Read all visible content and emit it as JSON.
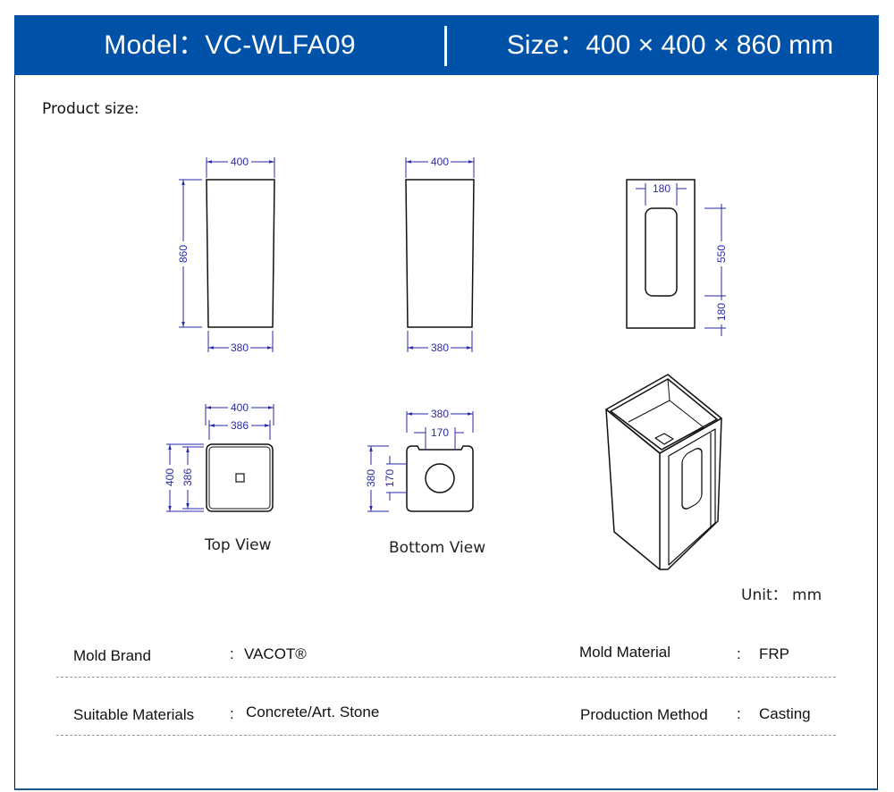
{
  "header": {
    "model": "Model：VC-WLFA09",
    "size": "Size：400 × 400 × 860 mm",
    "background_color": "#0052a8"
  },
  "section_label": "Product size:",
  "dimension_color": "#2a2aa8",
  "views": {
    "front": {
      "top_width": "400",
      "height": "860",
      "bottom_width": "380"
    },
    "side": {
      "top_width": "400",
      "bottom_width": "380"
    },
    "back": {
      "opening_width": "180",
      "opening_height": "550",
      "bottom_offset": "180"
    },
    "top": {
      "label": "Top View",
      "outer_width": "400",
      "inner_width": "386",
      "outer_depth": "400",
      "inner_depth": "386"
    },
    "bottom": {
      "label": "Bottom View",
      "width": "380",
      "hole_width": "170",
      "depth": "380",
      "hole_depth": "170"
    },
    "isometric": {
      "label": ""
    }
  },
  "unit_label": "Unit：  mm",
  "specs": {
    "mold_brand": {
      "label": "Mold Brand",
      "sep": ":",
      "value": "VACOT®"
    },
    "mold_material": {
      "label": "Mold Material",
      "sep": ":",
      "value": "FRP"
    },
    "suitable_materials": {
      "label": "Suitable Materials",
      "sep": ":",
      "value": "Concrete/Art. Stone"
    },
    "production_method": {
      "label": "Production Method",
      "sep": ":",
      "value": "Casting"
    }
  }
}
